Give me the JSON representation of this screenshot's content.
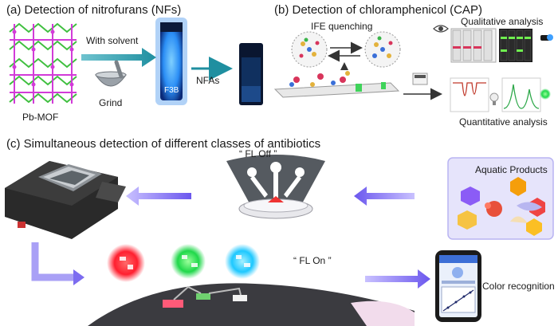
{
  "panel_a": {
    "title": "(a) Detection of nitrofurans (NFs)",
    "mof_label": "Pb-MOF",
    "solvent_label": "With solvent",
    "grind_label": "Grind",
    "vial_label": "F3B",
    "analyte_label": "NFAs"
  },
  "panel_b": {
    "title": "(b) Detection of chloramphenicol (CAP)",
    "ife_label": "IFE quenching",
    "qualitative_label": "Qualitative analysis",
    "quantitative_label": "Quantitative analysis"
  },
  "panel_c": {
    "title": "(c) Simultaneous detection of different classes of antibiotics",
    "fl_off_label": "“ FL Off ”",
    "fl_on_label": "“ FL On ”",
    "aquatic_label": "Aquatic Products",
    "color_label": "Color recognition"
  },
  "colors": {
    "arrow": "#7c6cf0",
    "mof_green": "#3fbf3f",
    "mof_magenta": "#d23bd8",
    "glow_blue": "#36a8ff",
    "fl_red": "#ff2a3a",
    "fl_green": "#34e05a",
    "fl_cyan": "#2ad7ff",
    "aquatic_bg": "#e6e4fb"
  }
}
